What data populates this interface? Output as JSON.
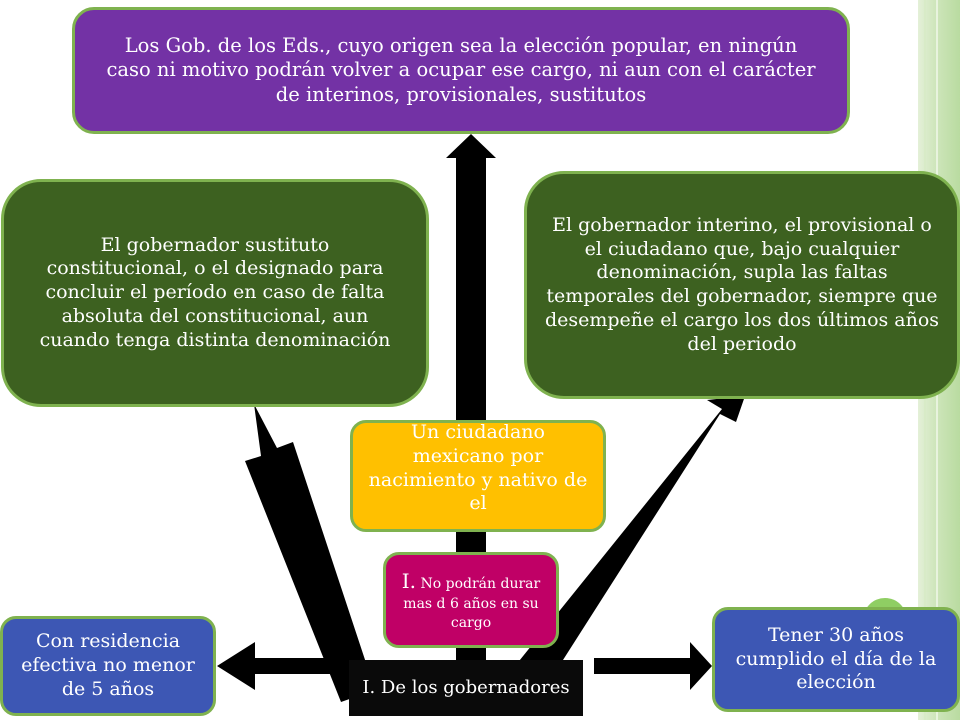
{
  "diagram": {
    "top_box": "Los Gob. de los Eds., cuyo origen sea la elección popular, en ningún caso ni  motivo podrán volver a ocupar ese cargo, ni aun con el carácter de interinos, provisionales, sustitutos",
    "left_box": "El gobernador sustituto constitucional, o el designado para concluir el período en caso de falta absoluta del constitucional, aun cuando tenga distinta denominación",
    "right_box": "El gobernador interino, el provisional o el ciudadano que, bajo cualquier denominación, supla las faltas temporales del gobernador, siempre que desempeñe el cargo los dos últimos años del periodo",
    "center_box": "Un ciudadano mexicano por nacimiento y nativo de el",
    "limit_box": {
      "numeral": "I.",
      "text": "No podrán durar mas d 6 años en su cargo"
    },
    "root_box": "I. De los gobernadores",
    "bottom_left_box": "Con residencia efectiva no menor de 5 años",
    "bottom_right_box": "Tener 30 años cumplido el día de la elección"
  },
  "colors": {
    "purple": "#7332a5",
    "dark_green": "#3d6120",
    "border_green": "#7fb24f",
    "orange": "#ffc000",
    "magenta": "#c00066",
    "blue": "#3d57b4",
    "black": "#0a0a0a"
  }
}
